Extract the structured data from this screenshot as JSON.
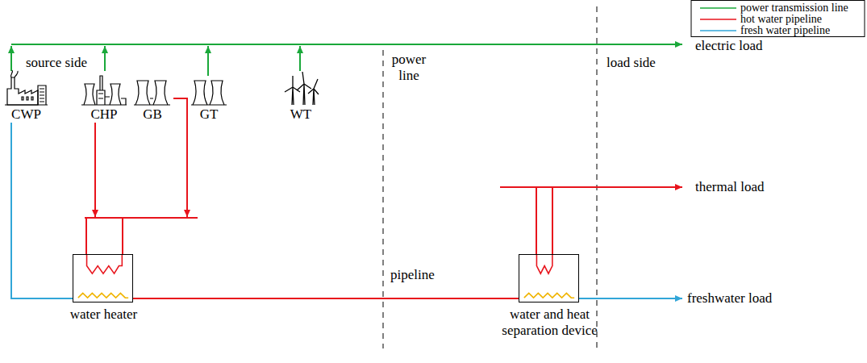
{
  "diagram": {
    "nodes": [
      {
        "text": [
          "CWP"
        ]
      },
      {
        "text": [
          "CHP"
        ]
      },
      {
        "text": [
          "GB"
        ]
      },
      {
        "text": [
          "GT"
        ]
      },
      {
        "text": [
          "WT"
        ]
      },
      {
        "text": [
          "water heater"
        ]
      },
      {
        "text": [
          "water and heat separation device"
        ]
      }
    ],
    "edges": [
      {
        "from": 0,
        "to": 5,
        "arrow": "none"
      },
      {
        "from": 1,
        "to": 5,
        "arrow": "to"
      },
      {
        "from": 2,
        "to": 5,
        "arrow": "to"
      },
      {
        "from": 5,
        "to": 6,
        "arrow": "none"
      }
    ],
    "labels": [
      "source side",
      "power line",
      "load side",
      "electric load",
      "thermal load",
      "pipeline",
      "freshwater load"
    ],
    "legend": [
      {
        "text": "power transmission line"
      },
      {
        "text": "hot water pipeline"
      },
      {
        "text": "fresh water pipeline"
      }
    ]
  }
}
